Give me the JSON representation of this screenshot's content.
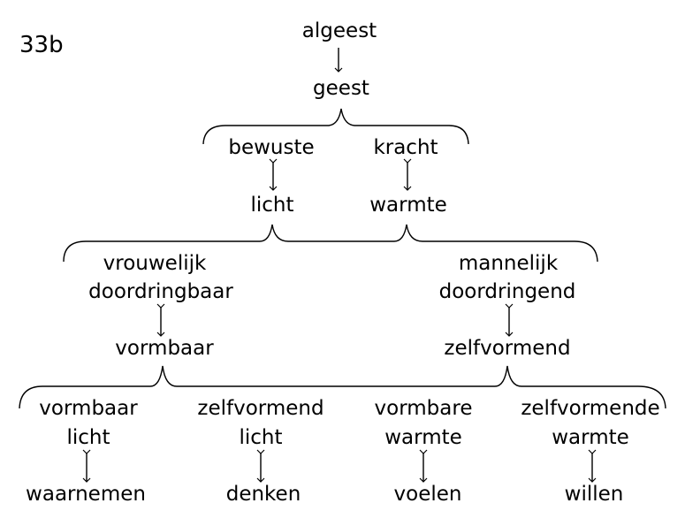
{
  "figure_label": "33b",
  "nodes": {
    "algeest": "algeest",
    "geest": "geest",
    "bewuste": "bewuste",
    "kracht": "kracht",
    "licht": "licht",
    "warmte": "warmte",
    "vrouwelijk": "vrouwelijk",
    "doordringbaar": "doordringbaar",
    "vormbaar": "vormbaar",
    "mannelijk": "mannelijk",
    "doordringend": "doordringend",
    "zelfvormend": "zelfvormend",
    "leaf1_line1": "vormbaar",
    "leaf1_line2": "licht",
    "leaf1_result": "waarnemen",
    "leaf2_line1": "zelfvormend",
    "leaf2_line2": "licht",
    "leaf2_result": "denken",
    "leaf3_line1": "vormbare",
    "leaf3_line2": "warmte",
    "leaf3_result": "voelen",
    "leaf4_line1": "zelfvormende",
    "leaf4_line2": "warmte",
    "leaf4_result": "willen"
  }
}
